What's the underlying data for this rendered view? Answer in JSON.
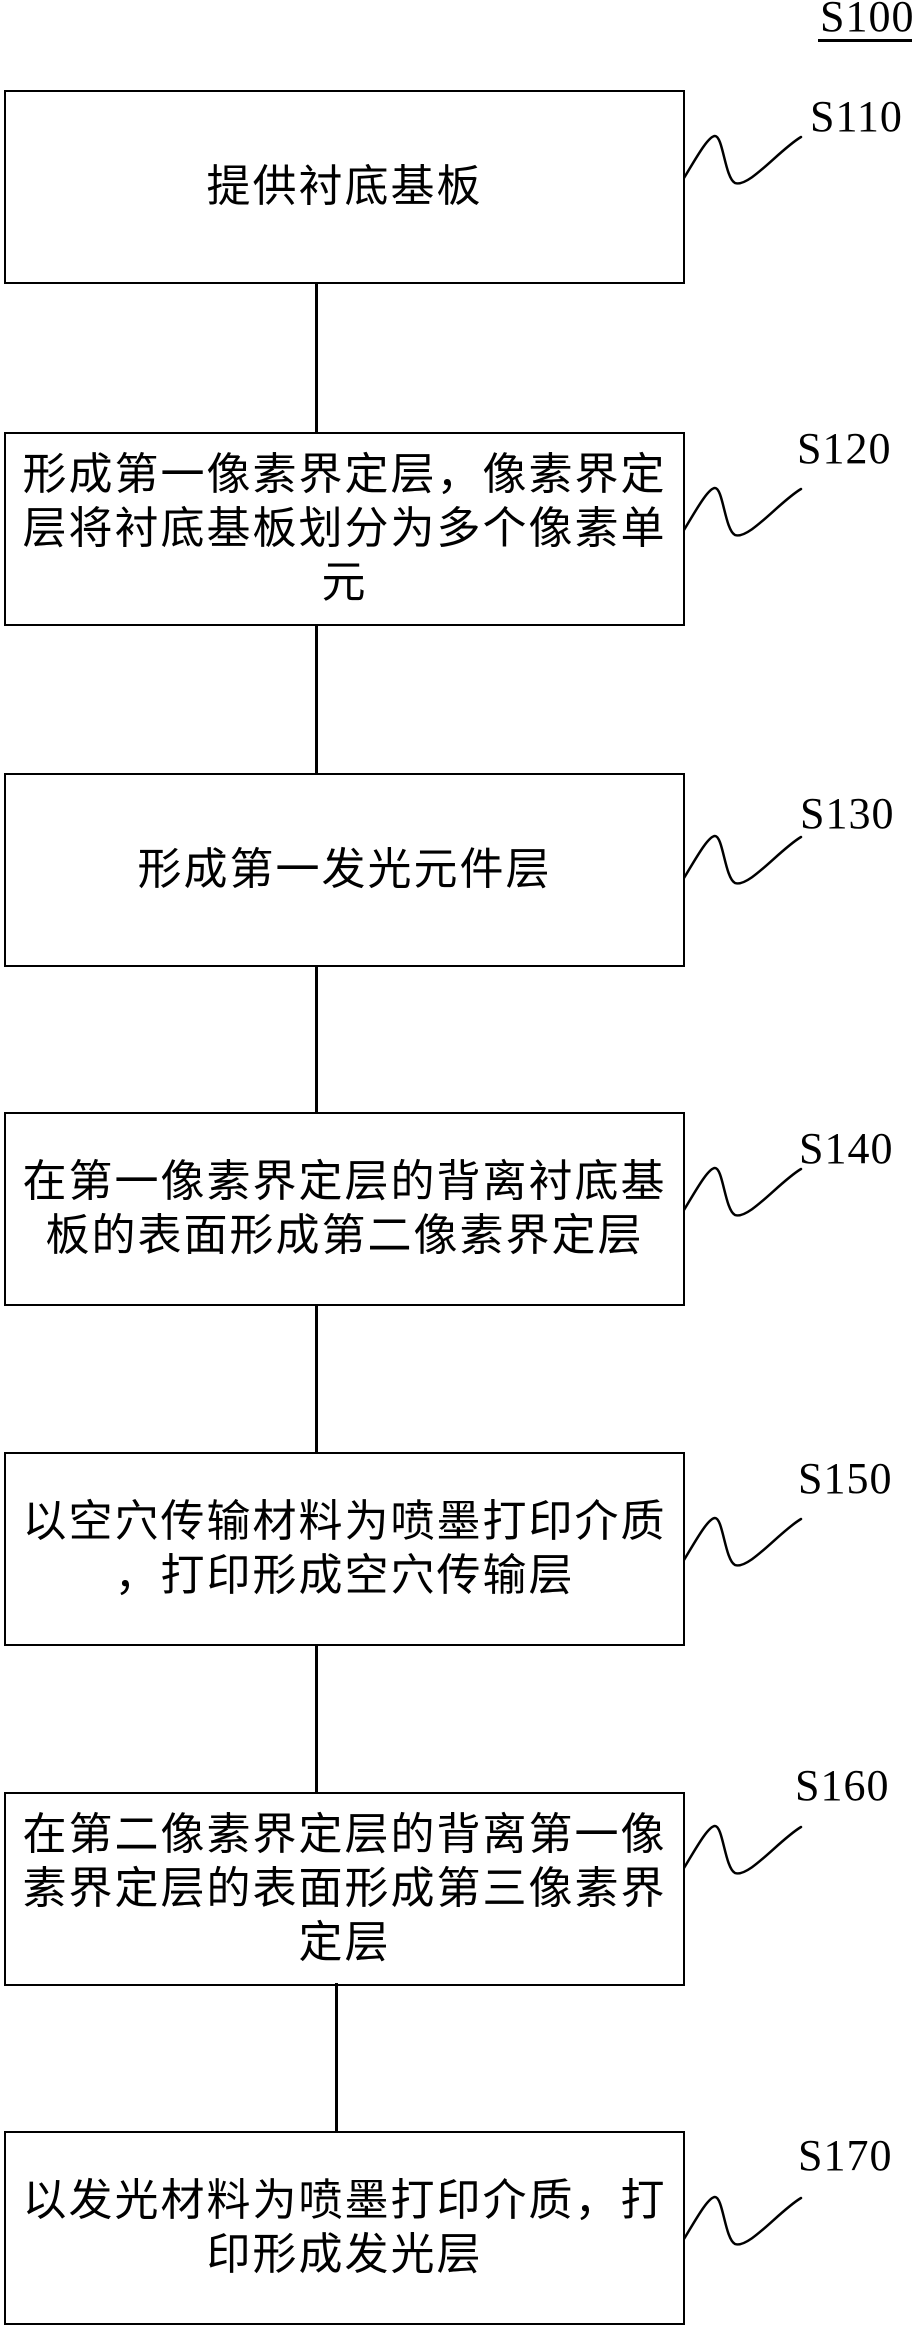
{
  "figure": {
    "ref_label": "S100",
    "background_color": "#ffffff",
    "line_color": "#000000",
    "steps": [
      {
        "label": "S110",
        "text": "提供衬底基板"
      },
      {
        "label": "S120",
        "text": "形成第一像素界定层，像素界定\n层将衬底基板划分为多个像素单\n元"
      },
      {
        "label": "S130",
        "text": "形成第一发光元件层"
      },
      {
        "label": "S140",
        "text": "在第一像素界定层的背离衬底基\n板的表面形成第二像素界定层"
      },
      {
        "label": "S150",
        "text": "以空穴传输材料为喷墨打印介质\n，打印形成空穴传输层"
      },
      {
        "label": "S160",
        "text": "在第二像素界定层的背离第一像\n素界定层的表面形成第三像素界\n定层"
      },
      {
        "label": "S170",
        "text": "以发光材料为喷墨打印介质，打\n印形成发光层"
      }
    ]
  }
}
